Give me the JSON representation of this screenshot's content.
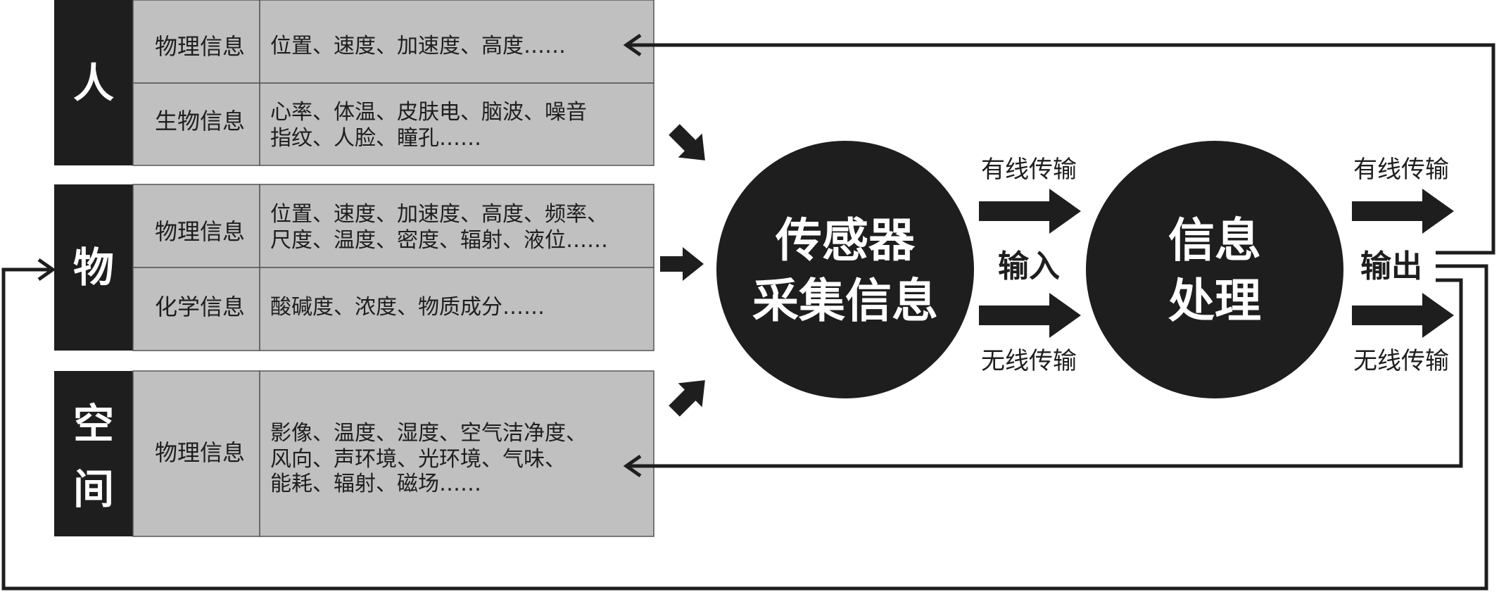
{
  "groups": [
    {
      "title": "人",
      "rows": [
        {
          "label": "物理信息",
          "lines": [
            "位置、速度、加速度、高度……"
          ]
        },
        {
          "label": "生物信息",
          "lines": [
            "心率、体温、皮肤电、脑波、噪音",
            "指纹、人脸、瞳孔……"
          ]
        }
      ]
    },
    {
      "title": "物",
      "rows": [
        {
          "label": "物理信息",
          "lines": [
            "位置、速度、加速度、高度、频率、",
            "尺度、温度、密度、辐射、液位……"
          ]
        },
        {
          "label": "化学信息",
          "lines": [
            "酸碱度、浓度、物质成分……"
          ]
        }
      ]
    },
    {
      "title": "空间",
      "title_chars": [
        "空",
        "间"
      ],
      "rows": [
        {
          "label": "物理信息",
          "lines": [
            "影像、温度、湿度、空气洁净度、",
            "风向、声环境、光环境、气味、",
            "能耗、辐射、磁场……"
          ]
        }
      ]
    }
  ],
  "sensor_circle": {
    "lines": [
      "传感器",
      "采集信息"
    ]
  },
  "process_circle": {
    "lines": [
      "信息",
      "处理"
    ]
  },
  "input": {
    "label": "输入",
    "wired": "有线传输",
    "wireless": "无线传输"
  },
  "output": {
    "label": "输出",
    "wired": "有线传输",
    "wireless": "无线传输"
  },
  "colors": {
    "dark": "#1e1e1e",
    "gray": "#c0c0c0"
  }
}
